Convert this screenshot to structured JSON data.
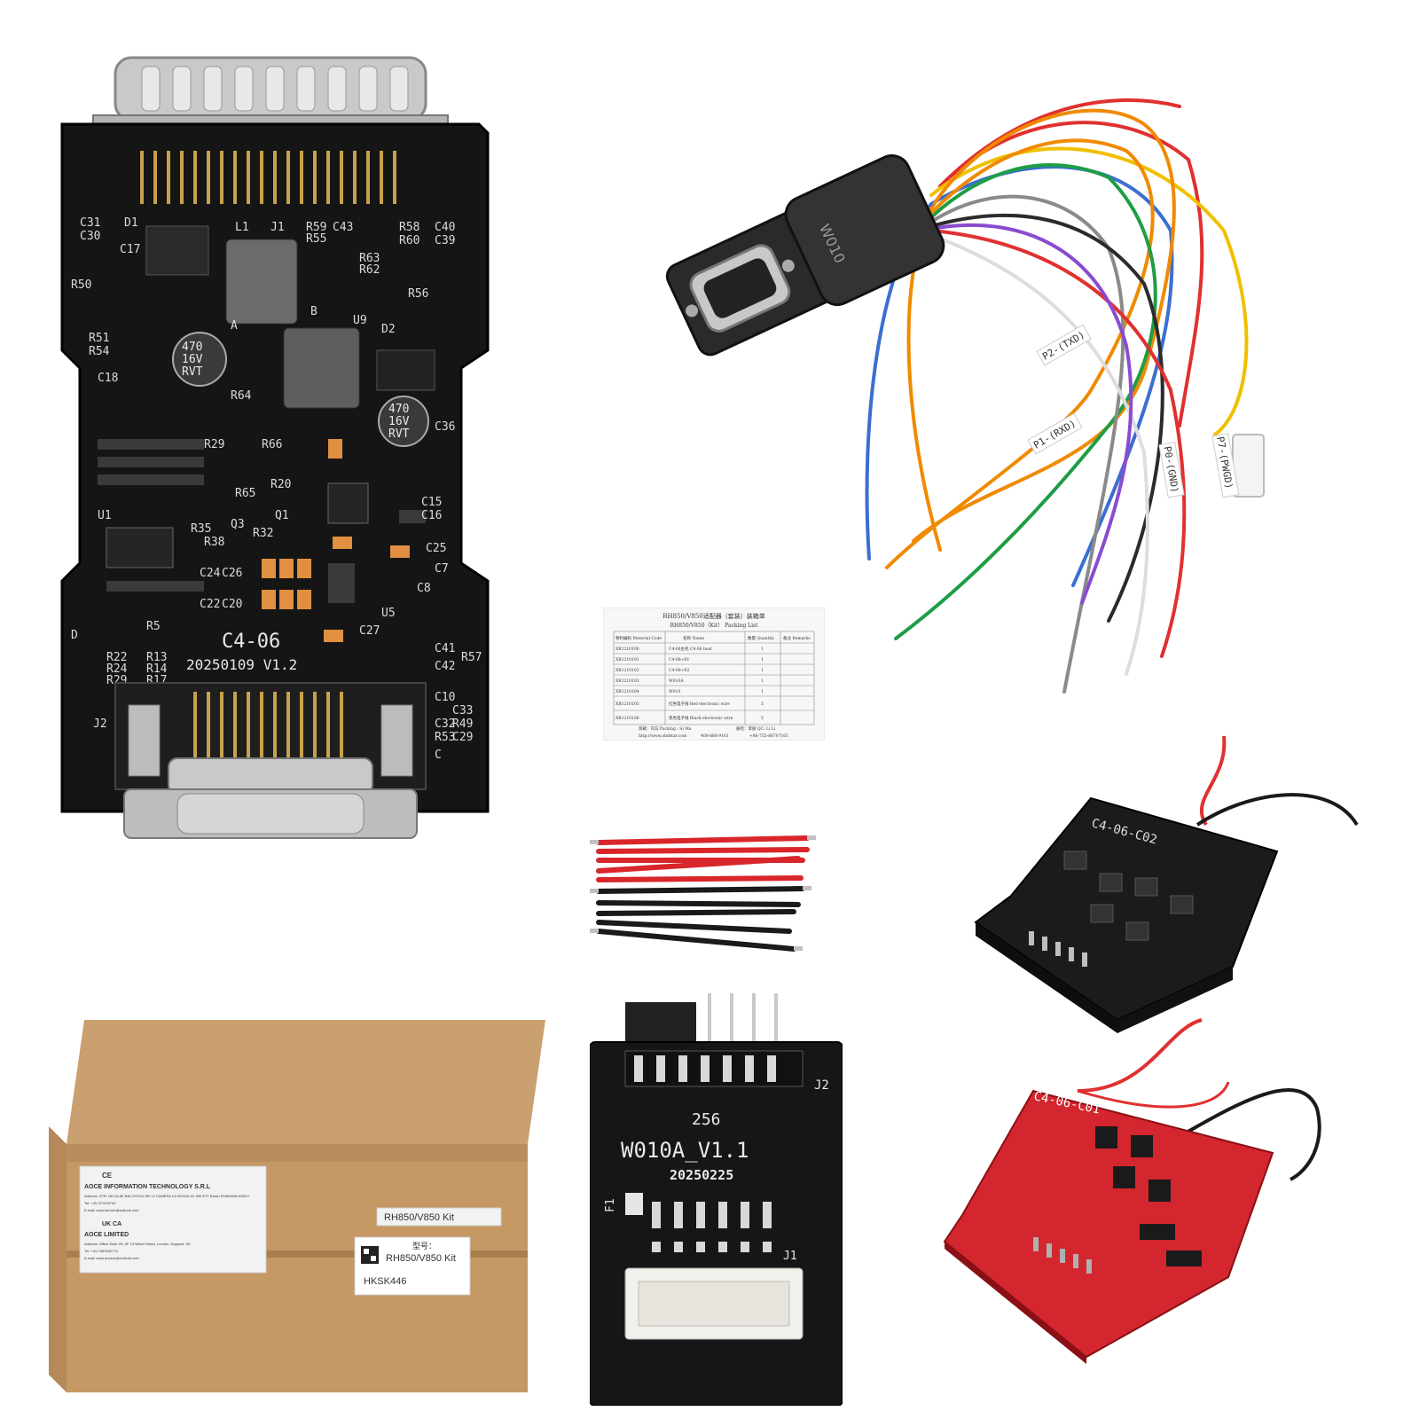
{
  "main_module": {
    "board_name": "C4-06",
    "board_date": "20250109 V1.2",
    "cap_lines": [
      "470",
      "16V",
      "RVT"
    ],
    "silkscreen": [
      "C31",
      "D1",
      "L1",
      "J1",
      "R59",
      "C43",
      "R58",
      "C40",
      "C30",
      "C17",
      "R55",
      "R60",
      "C39",
      "R50",
      "R63",
      "R62",
      "R56",
      "R51",
      "R54",
      "C18",
      "R64",
      "R65",
      "R66",
      "R20",
      "U9",
      "D2",
      "C36",
      "R29",
      "R32",
      "C15",
      "C16",
      "C25",
      "C7",
      "C8",
      "C27",
      "U5",
      "U1",
      "R35",
      "R38",
      "Q3",
      "Q1",
      "C24",
      "C26",
      "C22",
      "C20",
      "R13",
      "R14",
      "R17",
      "R22",
      "R24",
      "R29",
      "R5",
      "C41",
      "C42",
      "R57",
      "C10",
      "C33",
      "R49",
      "C29",
      "C32",
      "R53",
      "J2",
      "A",
      "B",
      "C",
      "D"
    ]
  },
  "cable": {
    "connector_label": "W010",
    "wire_labels": [
      "P2-(TXD)",
      "P1-(RXD)",
      "P0-(GND)",
      "P7-(PWGD)"
    ],
    "colors": [
      "#f08a00",
      "#1f9d45",
      "#2b2b2b",
      "#8a8a8a",
      "#e03030",
      "#3a6fd1",
      "#8a4bd0",
      "#f0c000",
      "#ffffff"
    ]
  },
  "packing_list": {
    "title": "RH850/V850适配器（套装）装箱单",
    "subtitle": "RH850/V850（Kit） Packing List",
    "columns": [
      "物料编码 Material Code",
      "名称 Name",
      "数量 Quantity",
      "备注 Remarks"
    ],
    "rows": [
      [
        "XR1210100",
        "C4-06主机 C4-06 host",
        "1",
        ""
      ],
      [
        "XR1210101",
        "C4-06-c01",
        "1",
        ""
      ],
      [
        "XR1210102",
        "C4-06-c02",
        "1",
        ""
      ],
      [
        "XR1210103",
        "W010A",
        "1",
        ""
      ],
      [
        "XR1210104",
        "W010",
        "1",
        ""
      ],
      [
        "XR1210105",
        "红色电子线 Red electronic wire",
        "5",
        ""
      ],
      [
        "XR1210106",
        "黑色电子线 Black electronic wire",
        "5",
        ""
      ]
    ],
    "footer": [
      "装箱：司马 Packing : Si Ma",
      "质检：李丽 QC: Li Li"
    ],
    "footer_contact": [
      "http://www.obdstar.com",
      "400-888-9161",
      "+86-755-86707161"
    ]
  },
  "wires": {
    "red_count": 5,
    "black_count": 5,
    "red": "#d8262b",
    "black": "#1a1a1a"
  },
  "box": {
    "ce_mark": "CE",
    "company1": "AOCE INFORMATION TECHNOLOGY S.R.L",
    "company1_addr": "Address: STR. NICOLAE BALCESCU NR.12 CAMERA C2 MODULUL 906 ET1 Barau ROMANIA 600017",
    "company1_tel": "Tel: +40-371900740",
    "company1_mail": "E-mail: www.service@outlook.com",
    "ukca_mark": "UK CA",
    "company2": "AOCE LIMITED",
    "company2_addr": "Address: Office Suite 2N, 5F 13 Wharf Street, London, England, SE",
    "company2_tel": "Tel: +44-7387600779",
    "company2_mail": "E-mail: www.aoceus@outlook.com",
    "side_label": "RH850/V850 Kit",
    "sticker_model_label": "型号：",
    "sticker_model": "RH850/V850 Kit",
    "sticker_sku": "HKSK446",
    "color": "#c9a06a"
  },
  "adapter": {
    "header_code": "256",
    "name": "W010A_V1.1",
    "date": "20250225",
    "labels": [
      "J2",
      "J1",
      "F1"
    ]
  },
  "board_black": {
    "name": "C4-06-C02"
  },
  "board_red": {
    "name": "C4-06-C01"
  }
}
